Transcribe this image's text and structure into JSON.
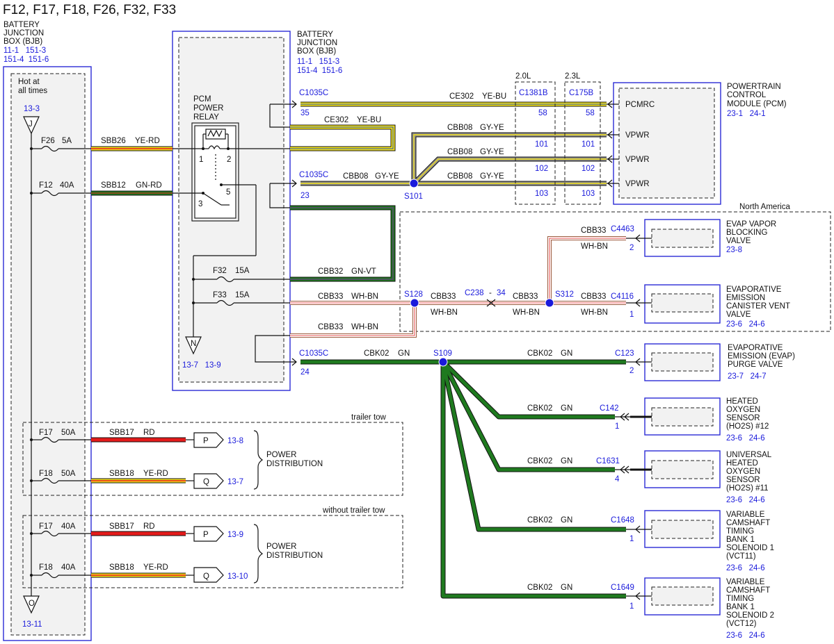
{
  "title": "F12, F17, F18, F26, F32, F33",
  "bjb_left": {
    "lines": [
      "BATTERY",
      "JUNCTION",
      "BOX (BJB)"
    ],
    "ref_line1": "11-1   151-3",
    "ref_line2": "151-4  151-6",
    "hot_note": [
      "Hot at",
      "all times"
    ]
  },
  "bjb_right": {
    "lines": [
      "BATTERY",
      "JUNCTION",
      "BOX (BJB)"
    ],
    "ref_line1": "11-1   151-3",
    "ref_line2": "151-4  151-6"
  },
  "relay": {
    "lines": [
      "PCM",
      "POWER",
      "RELAY"
    ],
    "pins": [
      "1",
      "2",
      "3",
      "5"
    ]
  },
  "bus": {
    "top_ref": "13-3",
    "top_letter": "J",
    "bottom_letter": "O",
    "bottom_ref": "13-11",
    "n_letter": "N",
    "n_refs": "13-7   13-9"
  },
  "fuses": [
    {
      "id": "F26",
      "amp": "5A",
      "circuit": "SBB26",
      "color": "YE-RD"
    },
    {
      "id": "F12",
      "amp": "40A",
      "circuit": "SBB12",
      "color": "GN-RD"
    },
    {
      "id": "F32",
      "amp": "15A"
    },
    {
      "id": "F33",
      "amp": "15A"
    },
    {
      "id": "F17",
      "amp": "50A",
      "circuit": "SBB17",
      "color": "RD",
      "target": "P",
      "ref": "13-8"
    },
    {
      "id": "F18",
      "amp": "50A",
      "circuit": "SBB18",
      "color": "YE-RD",
      "target": "Q",
      "ref": "13-7"
    },
    {
      "id": "F17",
      "amp": "40A",
      "circuit": "SBB17",
      "color": "RD",
      "target": "P",
      "ref": "13-9"
    },
    {
      "id": "F18",
      "amp": "40A",
      "circuit": "SBB18",
      "color": "YE-RD",
      "target": "Q",
      "ref": "13-10"
    }
  ],
  "regions": {
    "trailer_tow": "trailer tow",
    "without_trailer_tow": "without trailer tow",
    "north_america": "North America"
  },
  "power_distribution": [
    "POWER",
    "DISTRIBUTION"
  ],
  "engines": [
    "2.0L",
    "2.3L"
  ],
  "connectors": {
    "c1035c": "C1035C",
    "c1035c_pin35": "35",
    "c1035c_pin23": "23",
    "c1035c_pin24": "24",
    "c1381b": "C1381B",
    "c175b": "C175B",
    "c1381b_pins": [
      "58",
      "101",
      "102",
      "103"
    ],
    "c175b_pins": [
      "58",
      "101",
      "102",
      "103"
    ],
    "c4463": "C4463",
    "c4463_pin": "2",
    "c4116": "C4116",
    "c4116_pin": "1",
    "c238": "C238",
    "c238_sep": "-",
    "c238_pin": "34",
    "c123": "C123",
    "c123_pin": "2",
    "c142": "C142",
    "c142_pin": "1",
    "c1631": "C1631",
    "c1631_pin": "4",
    "c1648": "C1648",
    "c1648_pin": "1",
    "c1649": "C1649",
    "c1649_pin": "1"
  },
  "splices": [
    "S101",
    "S128",
    "S312",
    "S109"
  ],
  "wires": {
    "ce302": "CE302",
    "ye_bu": "YE-BU",
    "cbb08": "CBB08",
    "gy_ye": "GY-YE",
    "cbb32": "CBB32",
    "gn_vt": "GN-VT",
    "cbb33": "CBB33",
    "wh_bn": "WH-BN",
    "cbk02": "CBK02",
    "gn": "GN"
  },
  "pcm": {
    "lines": [
      "POWERTRAIN",
      "CONTROL",
      "MODULE (PCM)"
    ],
    "refs": "23-1   24-1",
    "pins": [
      "PCMRC",
      "VPWR",
      "VPWR",
      "VPWR"
    ]
  },
  "components": {
    "evap_blocking": {
      "lines": [
        "EVAP VAPOR",
        "BLOCKING",
        "VALVE"
      ],
      "refs": "23-8"
    },
    "canister_vent": {
      "lines": [
        "EVAPORATIVE",
        "EMISSION",
        "CANISTER VENT",
        "VALVE"
      ],
      "refs": "23-6   24-6"
    },
    "purge_valve": {
      "lines": [
        "EVAPORATIVE",
        "EMISSION (EVAP)",
        "PURGE VALVE"
      ],
      "refs": "23-7   24-7"
    },
    "ho2s12": {
      "lines": [
        "HEATED",
        "OXYGEN",
        "SENSOR",
        "(HO2S) #12"
      ],
      "refs": "23-6   24-6"
    },
    "ho2s11": {
      "lines": [
        "UNIVERSAL",
        "HEATED",
        "OXYGEN",
        "SENSOR",
        "(HO2S) #11"
      ],
      "refs": "23-6   24-6"
    },
    "vct11": {
      "lines": [
        "VARIABLE",
        "CAMSHAFT",
        "TIMING",
        "BANK 1",
        "SOLENOID 1",
        "(VCT11)"
      ],
      "refs": "23-6   24-6"
    },
    "vct12": {
      "lines": [
        "VARIABLE",
        "CAMSHAFT",
        "TIMING",
        "BANK 1",
        "SOLENOID 2",
        "(VCT12)"
      ],
      "refs": "23-6   24-6"
    }
  },
  "wire_colors": {
    "yellow": "#f4e11a",
    "blue": "#1f4fa8",
    "green": "#1f7a1f",
    "red": "#e41b1b",
    "grey": "#8c8c8c",
    "white": "#ffffff",
    "brown": "#9b5a3c",
    "orange": "#f08a1c",
    "violet": "#7a2a9a"
  }
}
